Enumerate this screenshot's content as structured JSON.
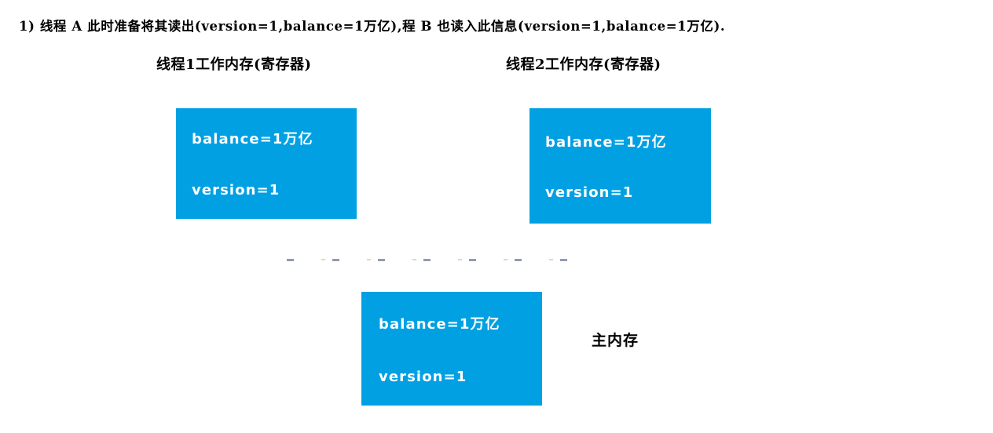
{
  "diagram": {
    "step_text": "1) 线程 A 此时准备将其读出(version=1,balance=1万亿),程 B 也读入此信息(version=1,balance=1万亿).",
    "accent_color": "#00a0e3",
    "text_color": "#000000",
    "box_text_color": "#ffffff",
    "captions": {
      "thread1": "线程1工作内存(寄存器)",
      "thread2": "线程2工作内存(寄存器)",
      "main_memory": "主内存"
    },
    "boxes": [
      {
        "id": "thread1-memory",
        "balance": "balance=1万亿",
        "version": "version=1"
      },
      {
        "id": "thread2-memory",
        "balance": "balance=1万亿",
        "version": "version=1"
      },
      {
        "id": "main-memory",
        "balance": "balance=1万亿",
        "version": "version=1"
      }
    ],
    "separator": {
      "style": "dotted",
      "label": ""
    }
  }
}
